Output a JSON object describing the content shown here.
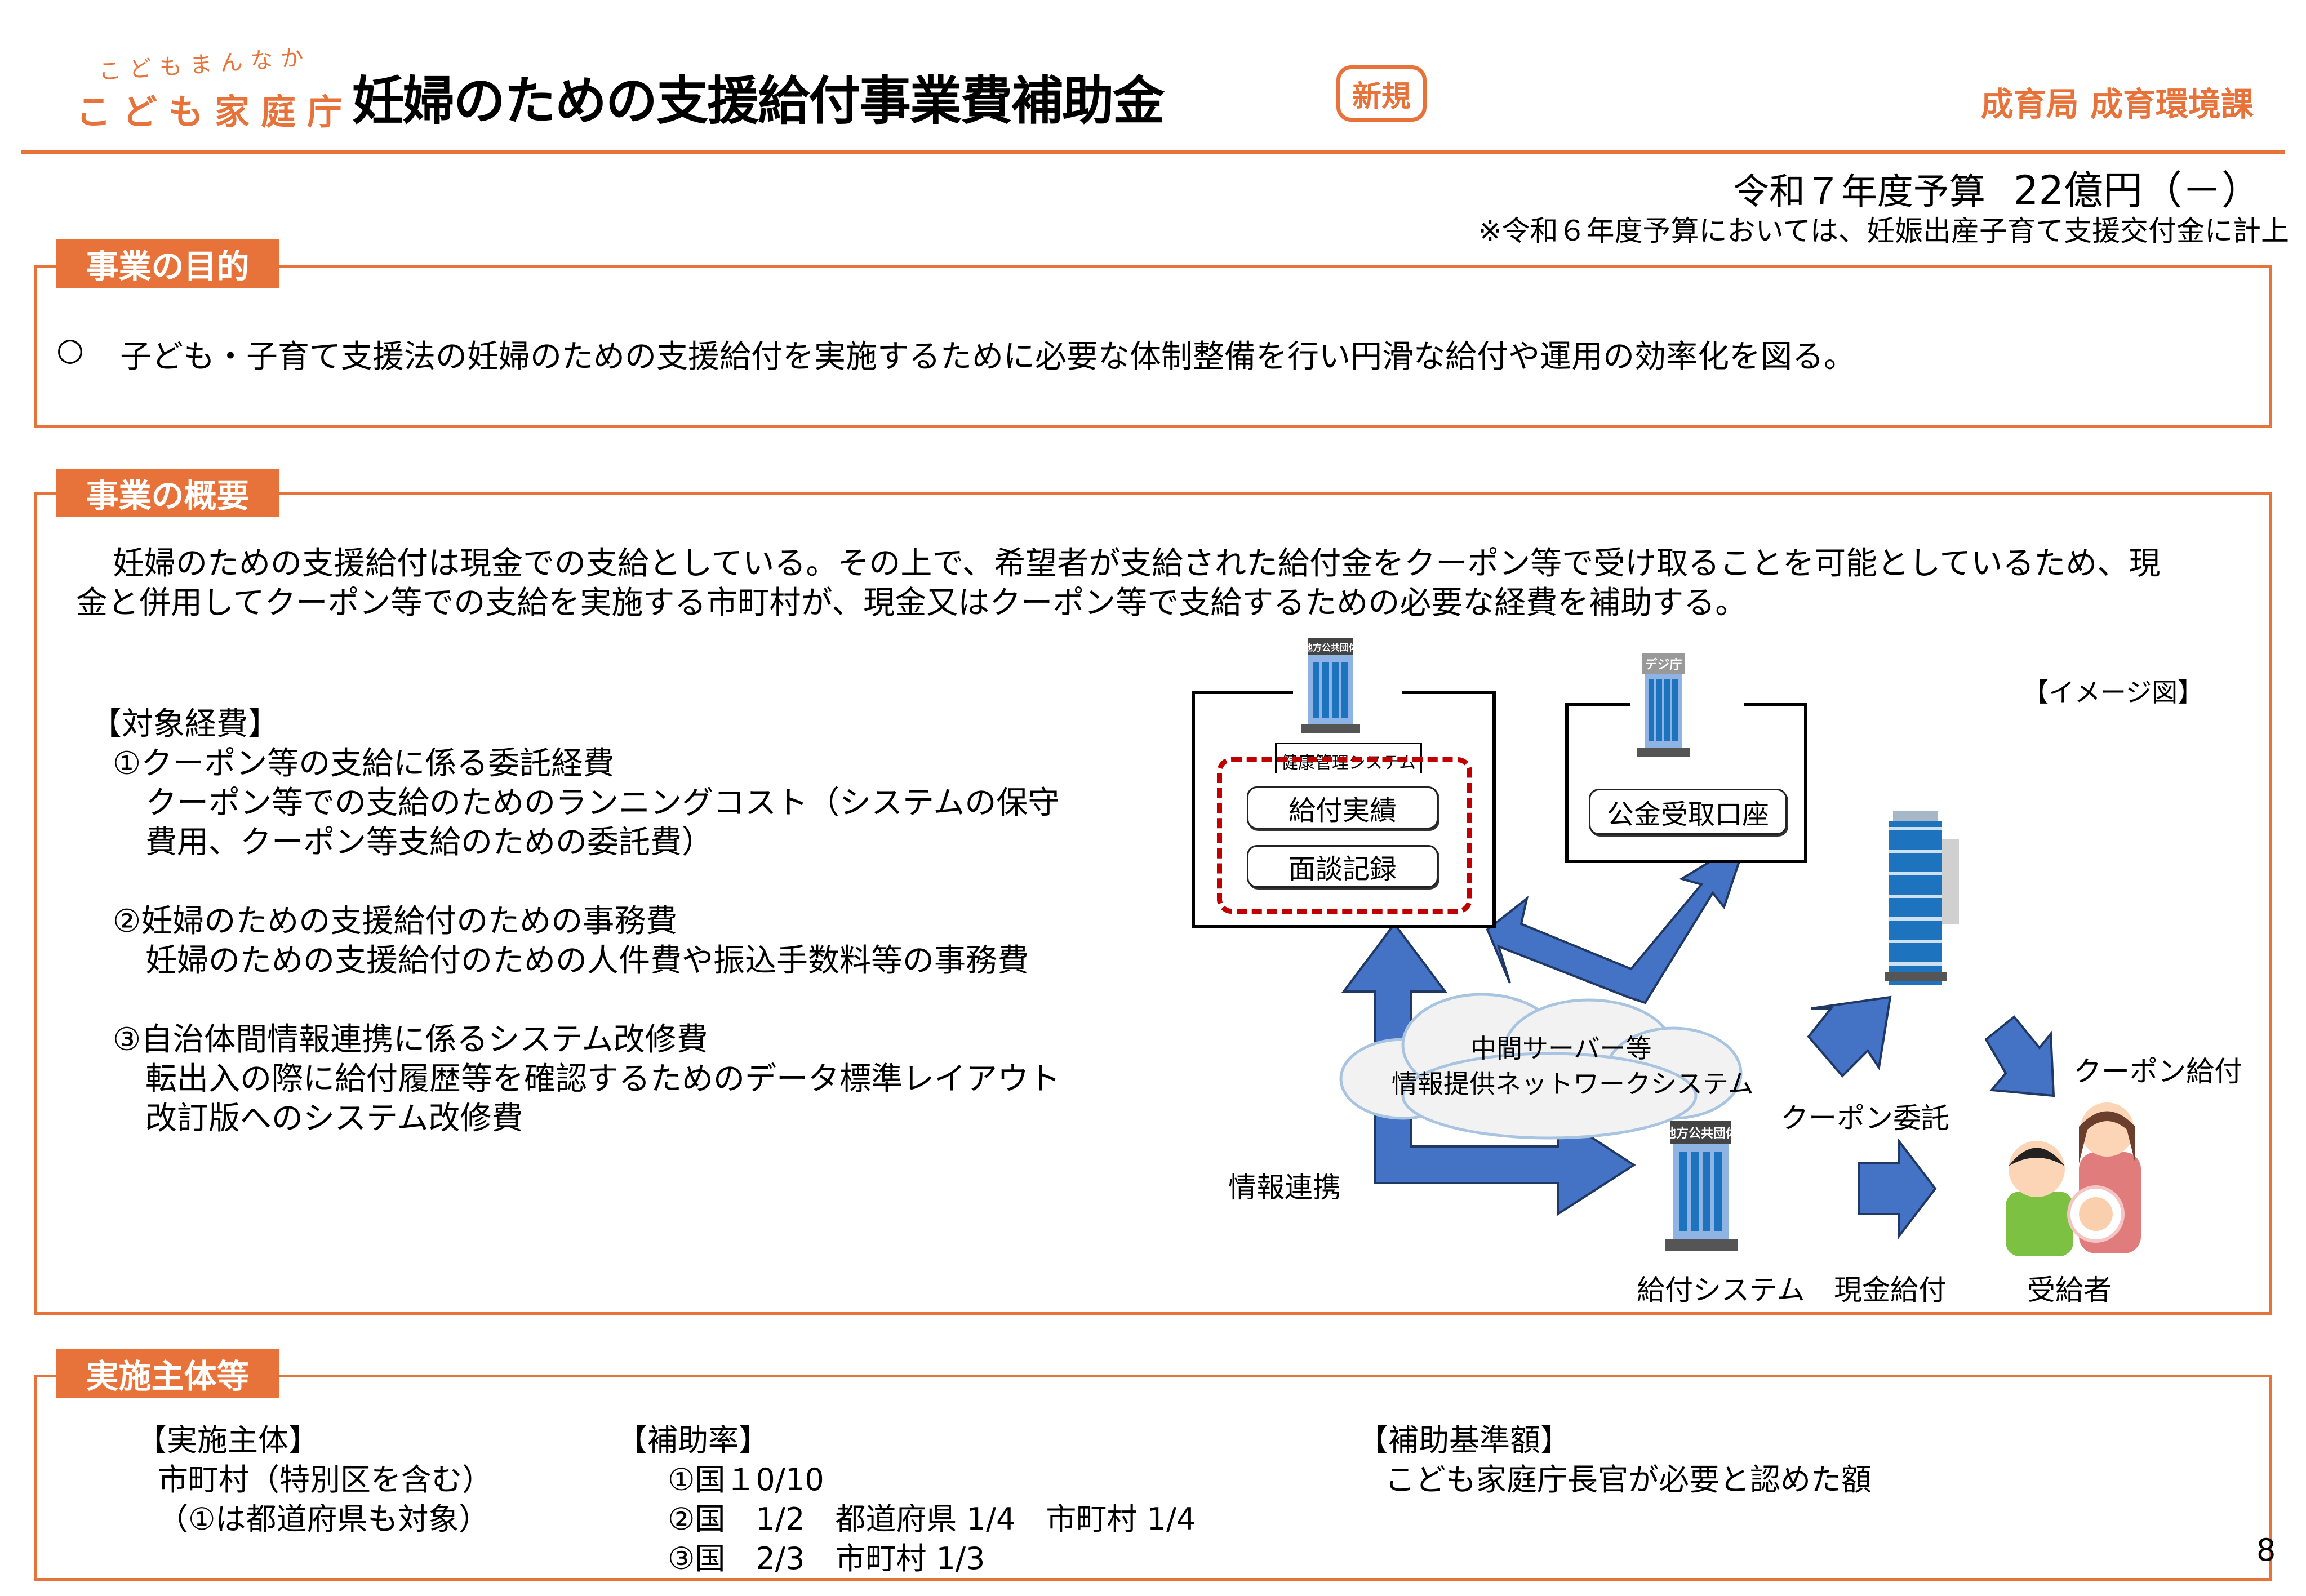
{
  "header": {
    "logo_tagline": "こどもまんなか",
    "logo_name": "こども家庭庁",
    "title": "妊婦のための支援給付事業費補助金",
    "badge": "新規",
    "department": "成育局 成育環境課",
    "budget_label": "令和７年度予算",
    "budget_amount": "22億円（－）",
    "budget_note": "※令和６年度予算においては、妊娠出産子育て支援交付金に計上"
  },
  "purpose": {
    "label": "事業の目的",
    "bullet": "○",
    "text": "子ども・子育て支援法の妊婦のための支援給付を実施するために必要な体制整備を行い円滑な給付や運用の効率化を図る。"
  },
  "overview": {
    "label": "事業の概要",
    "paragraph_line1": "妊婦のための支援給付は現金での支給としている。その上で、希望者が支給された給付金をクーポン等で受け取ることを可能としているため、現",
    "paragraph_line2": "金と併用してクーポン等での支給を実施する市町村が、現金又はクーポン等で支給するための必要な経費を補助する。",
    "expenses_heading": "【対象経費】",
    "expenses": [
      {
        "title": "①クーポン等の支給に係る委託経費",
        "lines": [
          "クーポン等での支給のためのランニングコスト（システムの保守",
          "費用、クーポン等支給のための委託費）"
        ]
      },
      {
        "title": "②妊婦のための支援給付のための事務費",
        "lines": [
          "妊婦のための支援給付のための人件費や振込手数料等の事務費"
        ]
      },
      {
        "title": "③自治体間情報連携に係るシステム改修費",
        "lines": [
          "転出入の際に給付履歴等を確認するためのデータ標準レイアウト",
          "改訂版へのシステム改修費"
        ]
      }
    ],
    "diagram": {
      "image_label": "【イメージ図】",
      "local_gov_sign": "地方公共団体",
      "digital_agency_sign": "デジ庁",
      "health_system_label": "健康管理システム",
      "benefit_record": "給付実績",
      "interview_record": "面談記録",
      "public_account": "公金受取口座",
      "cloud_line1": "中間サーバー等",
      "cloud_line2": "情報提供ネットワークシステム",
      "info_link": "情報連携",
      "benefit_system": "給付システム",
      "cash_benefit": "現金給付",
      "coupon_consign": "クーポン委託",
      "coupon_benefit": "クーポン給付",
      "recipient": "受給者",
      "arrow_color": "#4472C4"
    }
  },
  "implementation": {
    "label": "実施主体等",
    "entity_heading": "【実施主体】",
    "entity_lines": [
      "市町村（特別区を含む）",
      "（①は都道府県も対象）"
    ],
    "rate_heading": "【補助率】",
    "rate_lines": [
      "①国１0/10",
      "②国　1/2　都道府県 1/4　市町村 1/4",
      "③国　2/3　市町村 1/3"
    ],
    "standard_heading": "【補助基準額】",
    "standard_lines": [
      "こども家庭庁長官が必要と認めた額"
    ]
  },
  "page_number": "8",
  "colors": {
    "accent": "#E8733A",
    "dashed_red": "#C00000",
    "arrow_blue": "#4472C4"
  }
}
